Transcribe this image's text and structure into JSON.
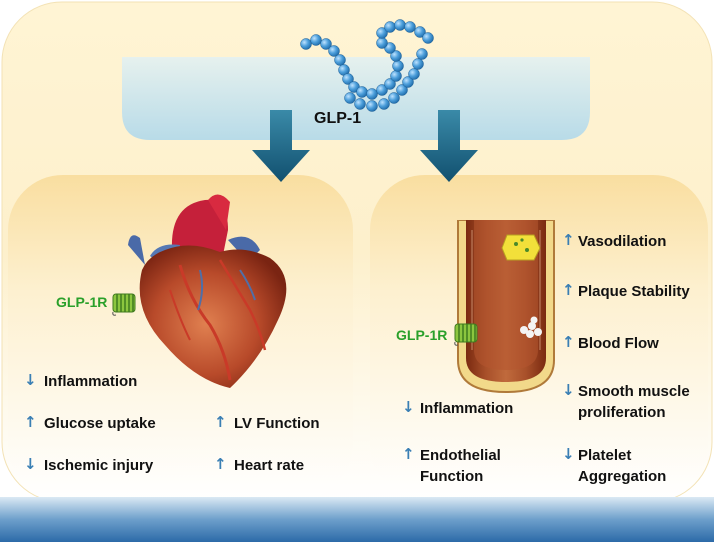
{
  "colors": {
    "arrow_up": "#3a7fb4",
    "arrow_down": "#3a7fb4",
    "receptor_label": "#2aa02a",
    "peptide_bead": "#4ea0dc",
    "panel_fill": "#fbe8b8",
    "header_fill": "#c9e4ee"
  },
  "top": {
    "molecule_label": "GLP-1"
  },
  "heart_panel": {
    "receptor_label": "GLP-1R",
    "effects": [
      {
        "dir": "↓",
        "label": "Inflammation"
      },
      {
        "dir": "↑",
        "label": "Glucose uptake"
      },
      {
        "dir": "↓",
        "label": "Ischemic injury"
      },
      {
        "dir": "↑",
        "label": "LV Function"
      },
      {
        "dir": "↑",
        "label": "Heart rate"
      }
    ]
  },
  "vessel_panel": {
    "receptor_label": "GLP-1R",
    "effects": [
      {
        "dir": "↑",
        "label": "Vasodilation"
      },
      {
        "dir": "↑",
        "label": "Plaque Stability"
      },
      {
        "dir": "↑",
        "label": "Blood Flow"
      },
      {
        "dir": "↓",
        "label": "Smooth muscle proliferation"
      },
      {
        "dir": "↓",
        "label": "Inflammation"
      },
      {
        "dir": "↑",
        "label": "Endothelial Function"
      },
      {
        "dir": "↓",
        "label": "Platelet Aggregation"
      }
    ]
  }
}
